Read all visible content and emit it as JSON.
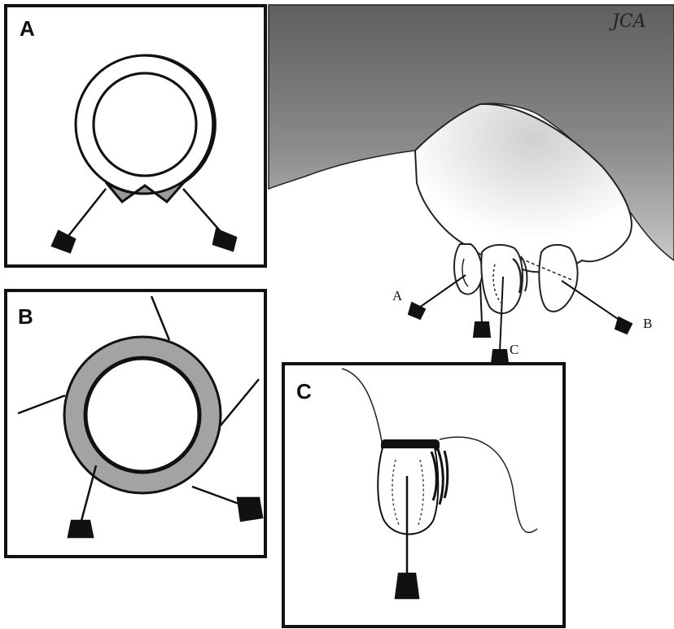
{
  "panels": {
    "a": {
      "label": "A"
    },
    "b": {
      "label": "B"
    },
    "c": {
      "label": "C"
    }
  },
  "udder": {
    "callouts": {
      "a": "A",
      "b": "B",
      "c": "C"
    },
    "signature": "JCA"
  },
  "colors": {
    "ink": "#111111",
    "ring_fill": "#9a9a9a",
    "hair_dark": "#6e6e6e",
    "hair_light": "#d9d9d9"
  }
}
